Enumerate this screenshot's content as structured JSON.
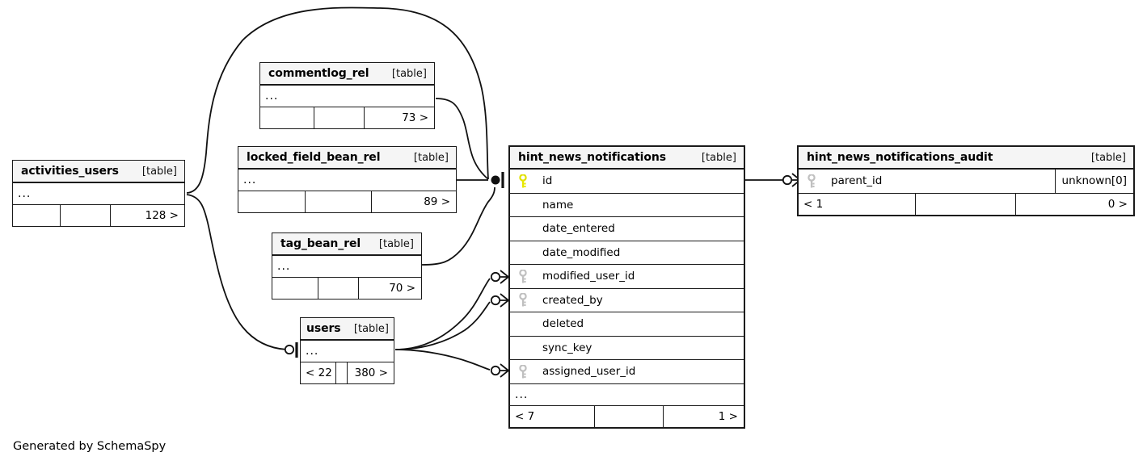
{
  "diagram": {
    "title": "SchemaSpy relationships diagram",
    "footer_credit": "Generated by SchemaSpy",
    "table_tag": "[table]",
    "ellipsis": "...",
    "colors": {
      "primary_key": "#e8e800",
      "foreign_key": "#c0c0c0",
      "border": "#1a1a1a",
      "header_fill": "#f5f5f5",
      "background": "#ffffff"
    }
  },
  "tables": {
    "activities_users": {
      "name": "activities_users",
      "tag": "[table]",
      "ellipsis": "...",
      "footer": {
        "left": "",
        "middle": "",
        "right": "128 >"
      }
    },
    "commentlog_rel": {
      "name": "commentlog_rel",
      "tag": "[table]",
      "ellipsis": "...",
      "footer": {
        "left": "",
        "middle": "",
        "right": "73 >"
      }
    },
    "locked_field_bean_rel": {
      "name": "locked_field_bean_rel",
      "tag": "[table]",
      "ellipsis": "...",
      "footer": {
        "left": "",
        "middle": "",
        "right": "89 >"
      }
    },
    "tag_bean_rel": {
      "name": "tag_bean_rel",
      "tag": "[table]",
      "ellipsis": "...",
      "footer": {
        "left": "",
        "middle": "",
        "right": "70 >"
      }
    },
    "users": {
      "name": "users",
      "tag": "[table]",
      "ellipsis": "...",
      "footer": {
        "left": "< 22",
        "middle": "",
        "right": "380 >"
      }
    },
    "hint_news_notifications": {
      "name": "hint_news_notifications",
      "tag": "[table]",
      "ellipsis": "...",
      "columns": [
        {
          "name": "id",
          "key": "primary"
        },
        {
          "name": "name",
          "key": "none"
        },
        {
          "name": "date_entered",
          "key": "none"
        },
        {
          "name": "date_modified",
          "key": "none"
        },
        {
          "name": "modified_user_id",
          "key": "foreign"
        },
        {
          "name": "created_by",
          "key": "foreign"
        },
        {
          "name": "deleted",
          "key": "none"
        },
        {
          "name": "sync_key",
          "key": "none"
        },
        {
          "name": "assigned_user_id",
          "key": "foreign"
        }
      ],
      "footer": {
        "left": "< 7",
        "middle": "",
        "right": "1 >"
      }
    },
    "hint_news_notifications_audit": {
      "name": "hint_news_notifications_audit",
      "tag": "[table]",
      "columns": [
        {
          "name": "parent_id",
          "key": "foreign",
          "type": "unknown[0]"
        }
      ],
      "footer": {
        "left": "< 1",
        "middle": "",
        "right": "0 >"
      }
    }
  },
  "relationships": [
    {
      "from": "activities_users",
      "to": "hint_news_notifications.id",
      "from_card": "one",
      "to_card": "one"
    },
    {
      "from": "commentlog_rel",
      "to": "hint_news_notifications.id",
      "from_card": "one",
      "to_card": "one"
    },
    {
      "from": "locked_field_bean_rel",
      "to": "hint_news_notifications.id",
      "from_card": "one",
      "to_card": "one"
    },
    {
      "from": "tag_bean_rel",
      "to": "hint_news_notifications.modified_user_id",
      "from_card": "one",
      "to_card": "many"
    },
    {
      "from": "users",
      "to": "hint_news_notifications.modified_user_id",
      "from_card": "one",
      "to_card": "many"
    },
    {
      "from": "users",
      "to": "hint_news_notifications.created_by",
      "from_card": "one",
      "to_card": "many"
    },
    {
      "from": "users",
      "to": "hint_news_notifications.assigned_user_id",
      "from_card": "one",
      "to_card": "many"
    },
    {
      "from": "hint_news_notifications.id",
      "to": "hint_news_notifications_audit.parent_id",
      "from_card": "one",
      "to_card": "many"
    }
  ]
}
